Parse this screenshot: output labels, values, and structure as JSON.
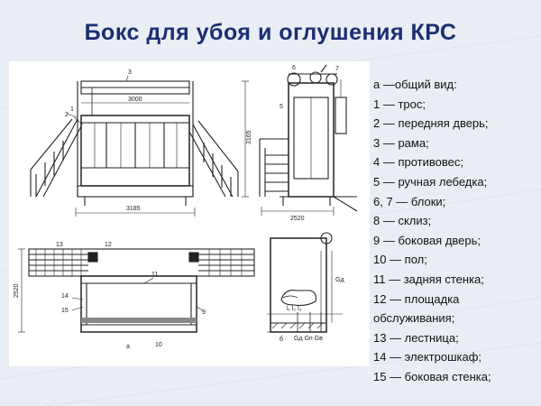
{
  "title": "Бокс для убоя и оглушения КРС",
  "legend": [
    "а —общий вид:",
    "1 — трос;",
    "2 — передняя  дверь;",
    "3 — рама;",
    "4 — противовес;",
    "5 — ручная лебедка;",
    "6, 7 — блоки;",
    "8 — склиз;",
    "9 — боковая дверь;",
    "10 — пол;",
    "11 — задняя стенка;",
    "12 — площадка",
    "обслуживания;",
    "13 — лестница;",
    "14 — электрошкаф;",
    "15 — боковая стенка;"
  ],
  "drawing_labels": {
    "dim_top": "3000",
    "dim_width_front": "3185",
    "dim_height": "3165",
    "dim_side": "2520",
    "dim_plan": "2520",
    "n1": "1",
    "n2": "2",
    "n3": "3",
    "n5": "5",
    "n6": "6",
    "n7": "7",
    "n9": "9",
    "n10": "10",
    "n11": "11",
    "n12": "12",
    "n13": "13",
    "n14": "14",
    "n15": "15",
    "view_a": "а",
    "view_b": "б",
    "g_labels": "Gд  Gп  Gв",
    "g_side": "Gд",
    "l_labels": "l₁   l₂   l₃"
  }
}
